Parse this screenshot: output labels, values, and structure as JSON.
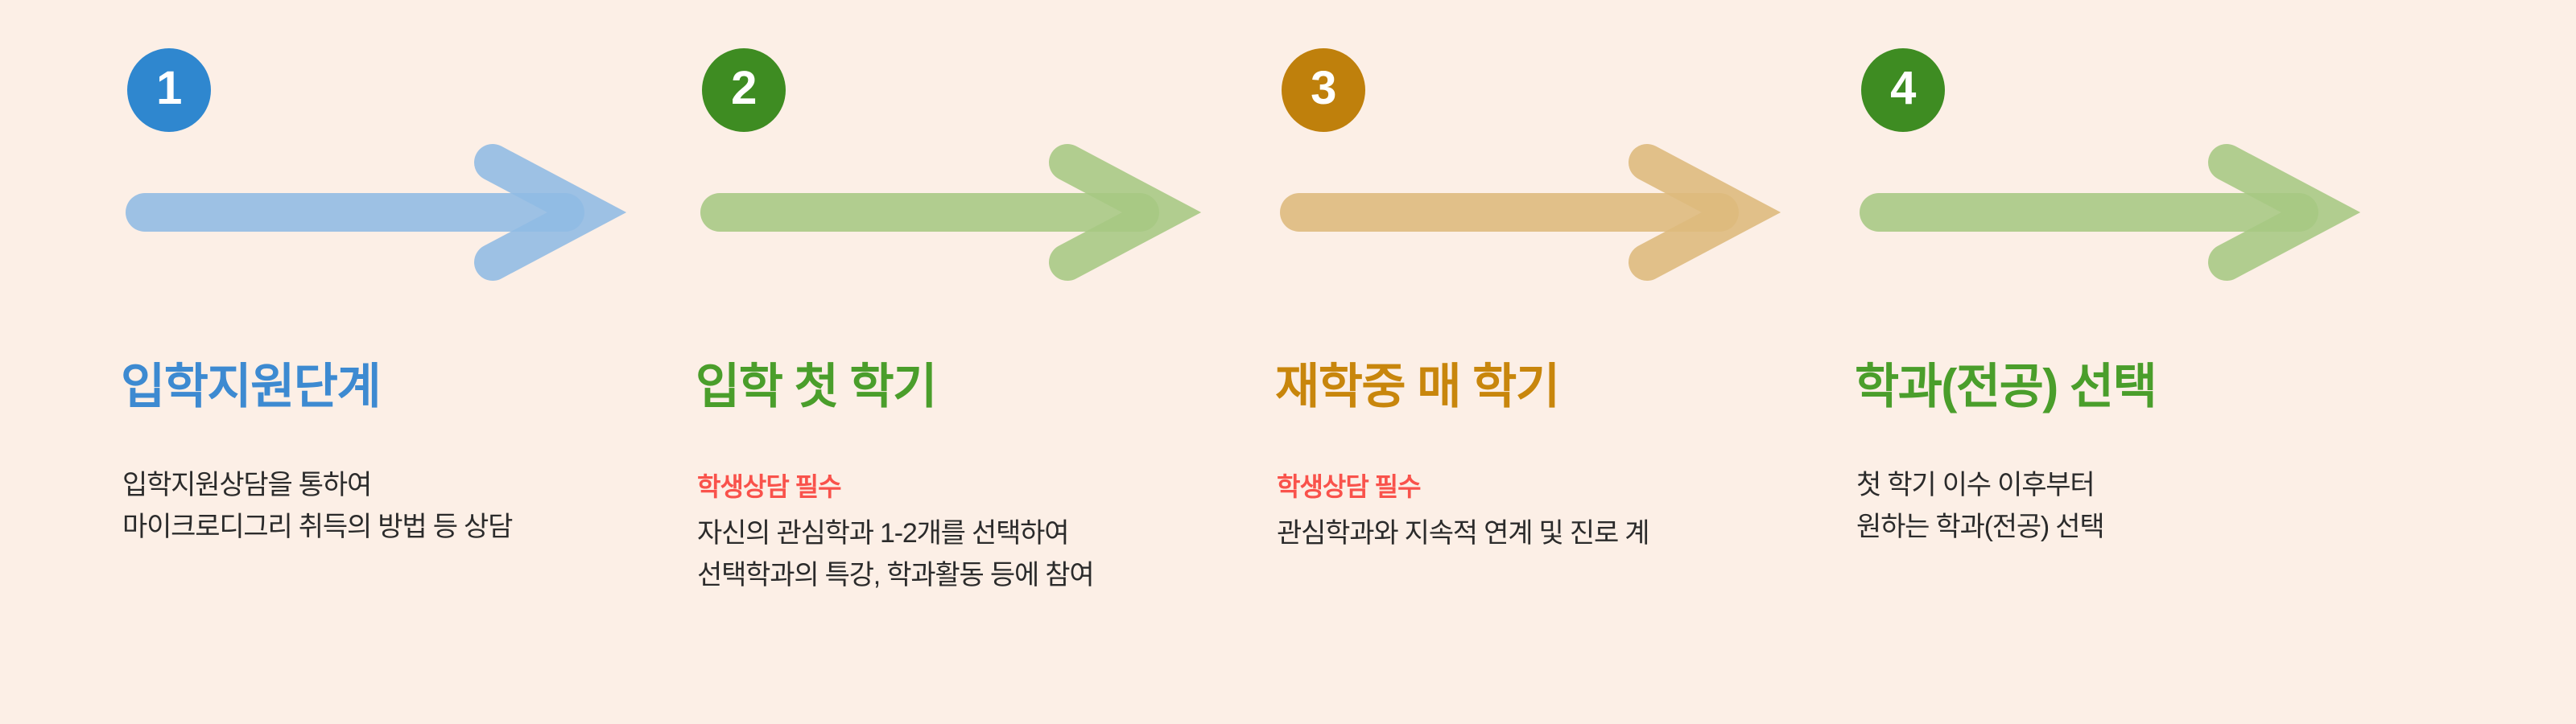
{
  "page": {
    "background_color": "#fcefe6",
    "body_text_color": "#2b2b2b",
    "note_color": "#f9524b",
    "badge_text_color": "#ffffff"
  },
  "steps": [
    {
      "number": "1",
      "badge_color": "#2f87cf",
      "arrow_color": "#8fbbe4",
      "title": "입학지원단계",
      "title_color": "#3d8ad1",
      "note": "",
      "body": "입학지원상담을 통하여\n마이크로디그리 취득의 방법 등 상담"
    },
    {
      "number": "2",
      "badge_color": "#3e8c22",
      "arrow_color": "#a6c883",
      "title": "입학 첫 학기",
      "title_color": "#4a9e2b",
      "note": "학생상담 필수",
      "body": "자신의 관심학과 1-2개를 선택하여\n선택학과의 특강, 학과활동 등에 참여"
    },
    {
      "number": "3",
      "badge_color": "#bf800c",
      "arrow_color": "#ddb97c",
      "title": "재학중 매 학기",
      "title_color": "#c8860c",
      "note": "학생상담 필수",
      "body": "관심학과와 지속적 연계 및 진로 계"
    },
    {
      "number": "4",
      "badge_color": "#3e8c22",
      "arrow_color": "#a6c883",
      "title": "학과(전공) 선택",
      "title_color": "#4a9e2b",
      "note": "",
      "body": "첫 학기 이수 이후부터\n원하는 학과(전공) 선택"
    }
  ]
}
